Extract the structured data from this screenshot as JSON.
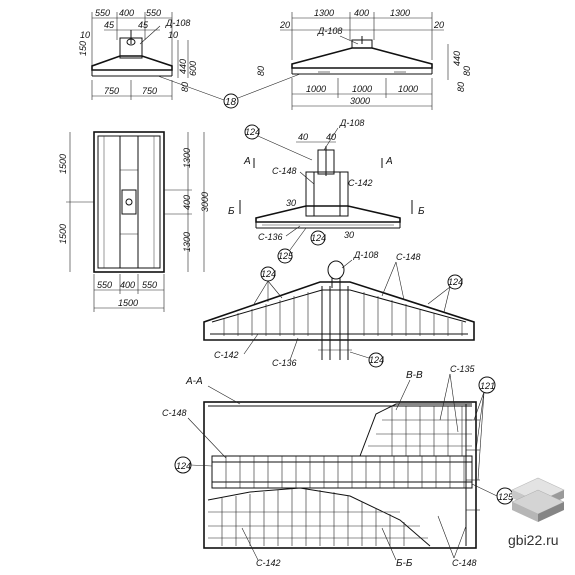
{
  "views": {
    "end_view": {
      "dims_top": [
        "550",
        "400",
        "550"
      ],
      "dims_inner": [
        "45",
        "45"
      ],
      "side_left": [
        "10",
        "150"
      ],
      "side_right": [
        "10",
        "440",
        "600"
      ],
      "bottom": [
        "750",
        "750"
      ],
      "small": "80",
      "callout": "Д-108"
    },
    "front_view": {
      "dims_top": [
        "1300",
        "400",
        "1300"
      ],
      "small_left": "20",
      "small_right": "20",
      "callout": "Д-108",
      "right": [
        "440",
        "80",
        "80"
      ],
      "left": "80",
      "bottom_inner": [
        "1000",
        "1000",
        "1000"
      ],
      "bottom_total": "3000"
    },
    "leader_mark": "18",
    "plan_view": {
      "left": [
        "1500",
        "1500"
      ],
      "right": [
        "1300",
        "400",
        "1300"
      ],
      "right_total": "3000",
      "bottom": [
        "550",
        "400",
        "550"
      ],
      "bottom_total": "1500"
    },
    "section_view": {
      "marks": [
        "124",
        "Д-108",
        "С-148",
        "С-142",
        "С-136",
        "124",
        "125"
      ],
      "dims": [
        "40",
        "40",
        "30",
        "30"
      ],
      "cut_a": [
        "А",
        "А"
      ],
      "cut_b": [
        "Б",
        "Б"
      ]
    },
    "elevation": {
      "marks": [
        "124",
        "Д-108",
        "С-148",
        "124",
        "С-142",
        "С-136",
        "124"
      ]
    },
    "sections": {
      "aa": "А-А",
      "bb": "В-В",
      "c135": "С-135",
      "m121": "121",
      "c148_left": "С-148",
      "m124": "124",
      "m125": "125",
      "c142": "С-142",
      "b_b": "Б-Б",
      "c148_right": "С-148"
    }
  },
  "watermark": "gbi22.ru"
}
